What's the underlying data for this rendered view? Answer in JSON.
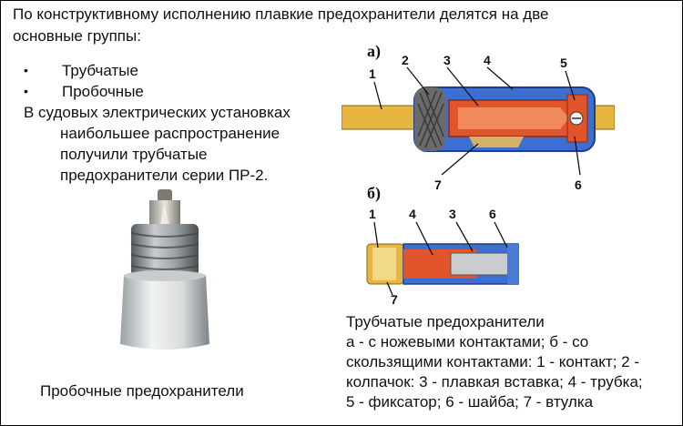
{
  "intro": {
    "line1": "По конструктивному исполнению плавкие предохранители делятся на две",
    "line2": "основные группы:"
  },
  "bullets": [
    "Трубчатые",
    "Пробочные"
  ],
  "paragraph": {
    "line1": "В судовых электрических установках",
    "line2": "наибольшее распространение",
    "line3": "получили трубчатые",
    "line4": "предохранители серии ПР-2."
  },
  "plug_caption": "Пробочные предохранители",
  "diagram": {
    "part_a": "а)",
    "part_b": "б)",
    "labels_a": [
      "1",
      "2",
      "3",
      "4",
      "5",
      "6",
      "7"
    ],
    "labels_b": [
      "1",
      "4",
      "3",
      "6",
      "7"
    ]
  },
  "tube_caption": {
    "line1": "Трубчатые предохранители",
    "line2": "а - с ножевыми контактами; б - со",
    "line3": "скользящими контактами: 1 - контакт; 2 -",
    "line4": "колпачок: 3 - плавкая вставка; 4 - трубка;",
    "line5": "5 - фиксатор; 6 - шайба; 7 - втулка"
  },
  "colors": {
    "tube_blue": "#3c6fd1",
    "insert_red": "#e2552a",
    "contact_gold": "#e7b640",
    "cap_gray": "#6a6a6a"
  }
}
